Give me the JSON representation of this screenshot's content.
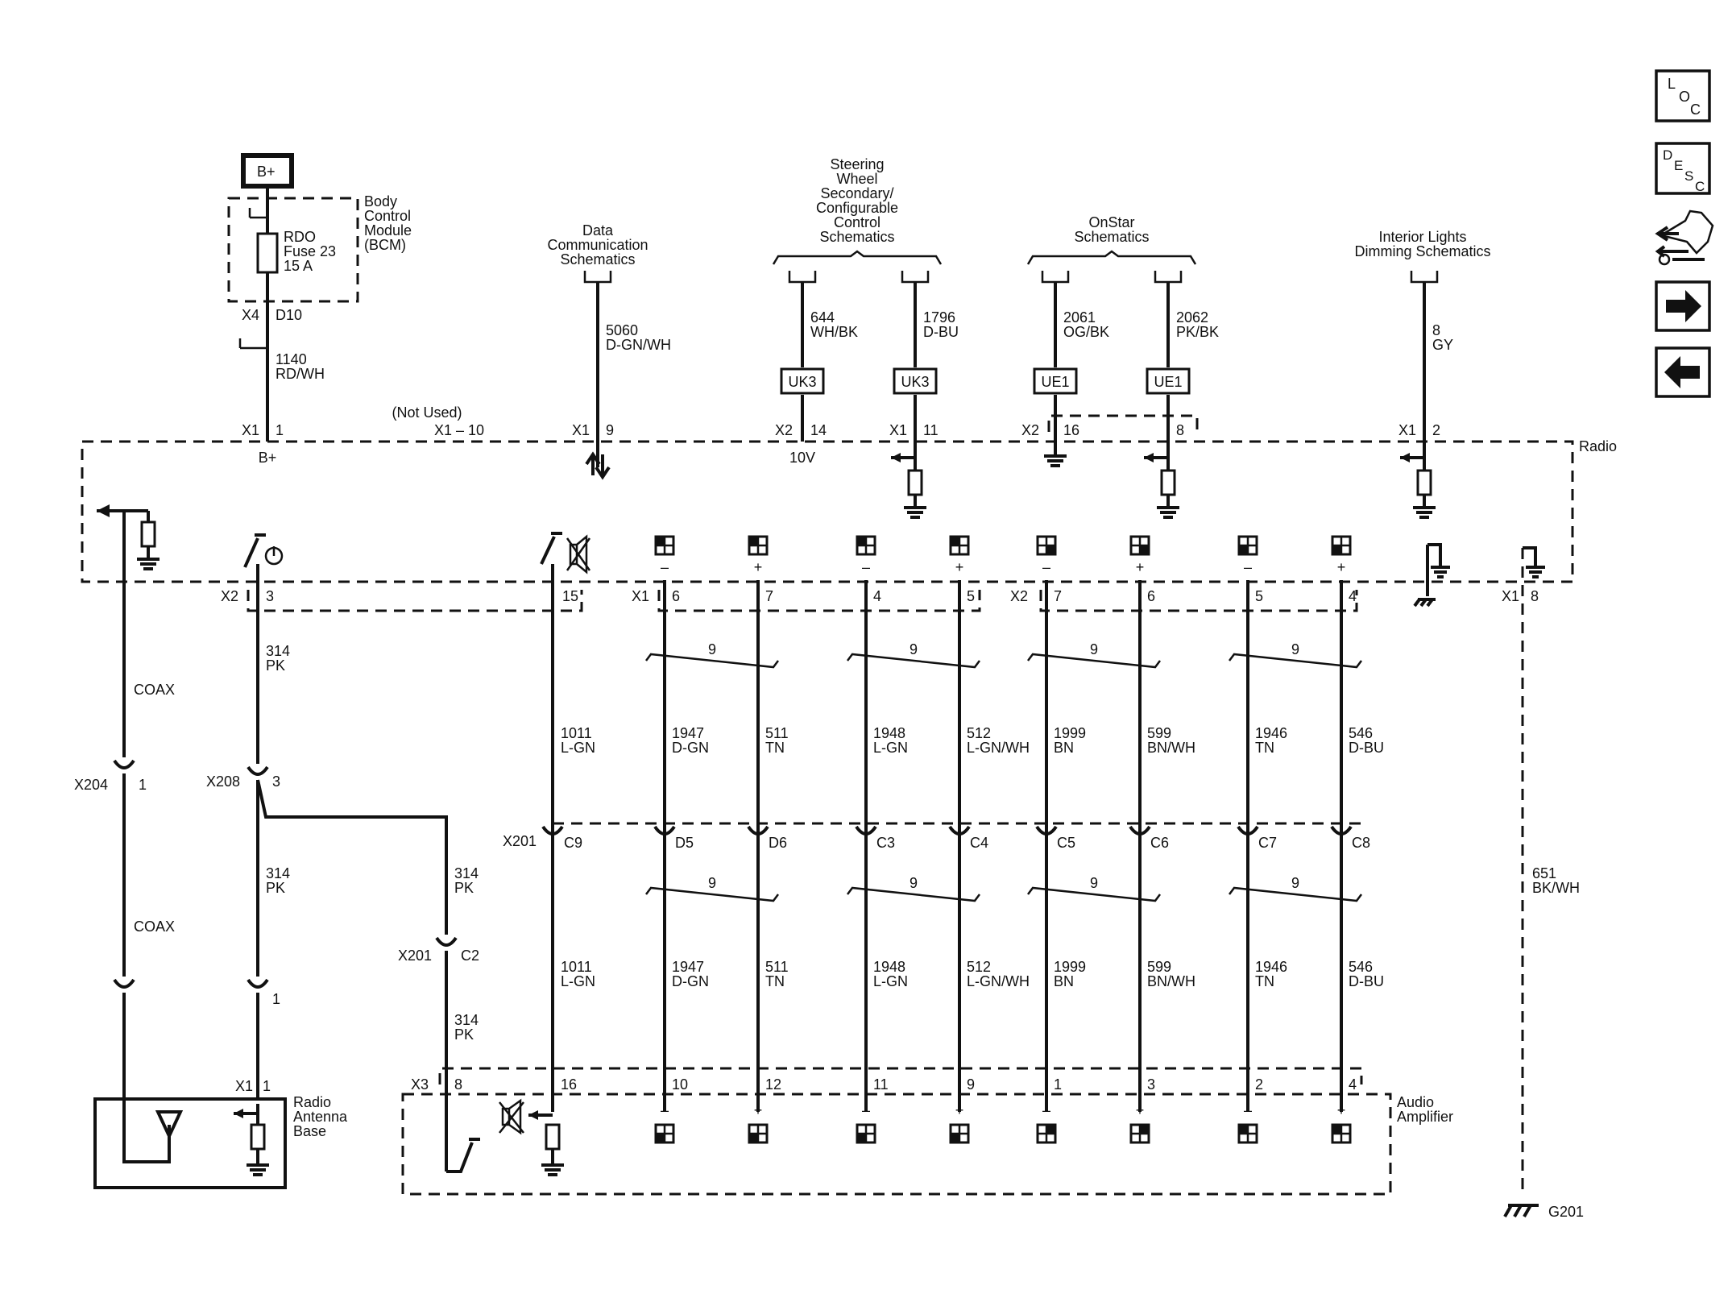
{
  "nav": {
    "loc": [
      "L",
      "O",
      "C"
    ],
    "desc": [
      "D",
      "E",
      "S",
      "C"
    ]
  },
  "power": {
    "label": "B+",
    "bcm": [
      "Body",
      "Control",
      "Module",
      "(BCM)"
    ],
    "fuse": [
      "RDO",
      "Fuse 23",
      "15 A"
    ],
    "connector": "X4",
    "pin": "D10",
    "circuit": "1140",
    "color": "RD/WH"
  },
  "refs": {
    "data_comm": [
      "Data",
      "Communication",
      "Schematics"
    ],
    "steering": [
      "Steering",
      "Wheel",
      "Secondary/",
      "Configurable",
      "Control",
      "Schematics"
    ],
    "onstar": [
      "OnStar",
      "Schematics"
    ],
    "interior": [
      "Interior Lights",
      "Dimming Schematics"
    ]
  },
  "top_circuits": [
    {
      "num": "5060",
      "color": "D-GN/WH"
    },
    {
      "num": "644",
      "color": "WH/BK"
    },
    {
      "num": "1796",
      "color": "D-BU"
    },
    {
      "num": "2061",
      "color": "OG/BK"
    },
    {
      "num": "2062",
      "color": "PK/BK"
    },
    {
      "num": "8",
      "color": "GY"
    }
  ],
  "options": [
    "UK3",
    "UK3",
    "UE1",
    "UE1"
  ],
  "radio": {
    "label": "Radio",
    "not_used": "(Not Used)",
    "not_used_pin": "X1 – 10",
    "bplus": "B+",
    "volt": "10V",
    "top_conns": [
      {
        "conn": "X1",
        "pin": "1"
      },
      {
        "conn": "X1",
        "pin": "9"
      },
      {
        "conn": "X2",
        "pin": "14"
      },
      {
        "conn": "X1",
        "pin": "11"
      },
      {
        "conn": "X2",
        "pin": "16"
      },
      {
        "conn": "",
        "pin": "8"
      },
      {
        "conn": "X1",
        "pin": "2"
      }
    ],
    "bottom_conns": [
      "X2",
      "X1",
      "X2",
      "X1"
    ],
    "bottom_pins": [
      "3",
      "15",
      "6",
      "7",
      "4",
      "5",
      "7",
      "6",
      "5",
      "4",
      "8"
    ]
  },
  "twist": "9",
  "signs": [
    "–",
    "+",
    "–",
    "+",
    "–",
    "+",
    "–",
    "+"
  ],
  "coax": "COAX",
  "left": {
    "x204": "X204",
    "x204_pin": "1",
    "x208": "X208",
    "x208_pin": "3",
    "circuit": "314",
    "color": "PK",
    "x201": "X201",
    "c2": "C2",
    "lower_pin": "1"
  },
  "speaker_circuits": [
    {
      "num": "1011",
      "color": "L-GN"
    },
    {
      "num": "1947",
      "color": "D-GN"
    },
    {
      "num": "511",
      "color": "TN"
    },
    {
      "num": "1948",
      "color": "L-GN"
    },
    {
      "num": "512",
      "color": "L-GN/WH"
    },
    {
      "num": "1999",
      "color": "BN"
    },
    {
      "num": "599",
      "color": "BN/WH"
    },
    {
      "num": "1946",
      "color": "TN"
    },
    {
      "num": "546",
      "color": "D-BU"
    }
  ],
  "x201": {
    "label": "X201",
    "cavities": [
      "C9",
      "D5",
      "D6",
      "C3",
      "C4",
      "C5",
      "C6",
      "C7",
      "C8"
    ]
  },
  "ground_circuit": {
    "num": "651",
    "color": "BK/WH",
    "ground": "G201"
  },
  "antenna": {
    "label": [
      "Radio",
      "Antenna",
      "Base"
    ],
    "conn": "X1",
    "pin": "1"
  },
  "amp": {
    "label": [
      "Audio",
      "Amplifier"
    ],
    "conn": "X3",
    "pins": [
      "8",
      "16",
      "10",
      "12",
      "11",
      "9",
      "1",
      "3",
      "2",
      "4"
    ]
  }
}
